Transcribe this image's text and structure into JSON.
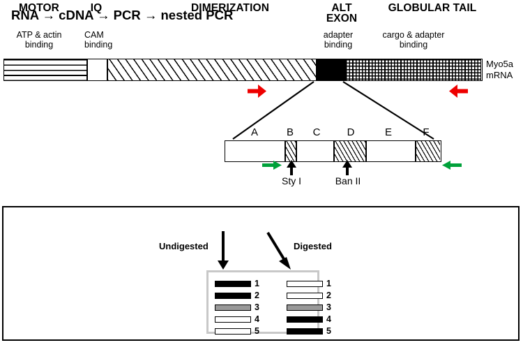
{
  "figure": {
    "organism_label": "Myo5a\nmRNA",
    "mrna_label_line1": "Myo5a",
    "mrna_label_line2": "mRNA"
  },
  "domains": [
    {
      "title": "MOTOR",
      "subtitle_line1": "ATP & actin",
      "subtitle_line2": "binding",
      "fill": "horizontal-stripes"
    },
    {
      "title": "IQ",
      "subtitle_line1": "CAM",
      "subtitle_line2": "binding",
      "fill": "white"
    },
    {
      "title": "DIMERIZATION",
      "subtitle_line1": "",
      "subtitle_line2": "",
      "fill": "diagonal-hatch"
    },
    {
      "title": "ALT\nEXON",
      "title_line1": "ALT",
      "title_line2": "EXON",
      "subtitle_line1": "adapter",
      "subtitle_line2": "binding",
      "fill": "solid-black"
    },
    {
      "title": "GLOBULAR TAIL",
      "subtitle_line1": "cargo & adapter",
      "subtitle_line2": "binding",
      "fill": "checkerboard"
    }
  ],
  "exon_detail": {
    "segments": [
      {
        "label": "A",
        "fill": "white"
      },
      {
        "label": "B",
        "fill": "diagonal-hatch"
      },
      {
        "label": "C",
        "fill": "white"
      },
      {
        "label": "D",
        "fill": "diagonal-hatch"
      },
      {
        "label": "E",
        "fill": "white"
      },
      {
        "label": "F",
        "fill": "diagonal-hatch"
      }
    ],
    "restriction_sites": [
      {
        "name": "Sty I",
        "segment": "B"
      },
      {
        "name": "Ban II",
        "segment": "D"
      }
    ]
  },
  "primers": {
    "outer_forward_color": "#ee0000",
    "outer_reverse_color": "#ee0000",
    "nested_forward_color": "#00a13a",
    "nested_reverse_color": "#00a13a"
  },
  "workflow": {
    "chain": "RNA → cDNA → PCR → nested PCR",
    "steps": [
      "RNA",
      "cDNA",
      "PCR",
      "nested PCR"
    ],
    "arrow_glyph": "→",
    "branches": [
      {
        "label": "Undigested"
      },
      {
        "label": "Digested"
      }
    ]
  },
  "gel": {
    "lanes": [
      {
        "name": "Undigested",
        "bands": [
          {
            "number": "1",
            "shade": "black"
          },
          {
            "number": "2",
            "shade": "black"
          },
          {
            "number": "3",
            "shade": "gray"
          },
          {
            "number": "4",
            "shade": "white"
          },
          {
            "number": "5",
            "shade": "white"
          }
        ]
      },
      {
        "name": "Digested",
        "bands": [
          {
            "number": "1",
            "shade": "white"
          },
          {
            "number": "2",
            "shade": "white"
          },
          {
            "number": "3",
            "shade": "gray"
          },
          {
            "number": "4",
            "shade": "black"
          },
          {
            "number": "5",
            "shade": "black"
          }
        ]
      }
    ],
    "shade_colors": {
      "black": "#000000",
      "gray": "#999999",
      "white": "#ffffff"
    },
    "panel_border_color": "#c8c8c8"
  }
}
